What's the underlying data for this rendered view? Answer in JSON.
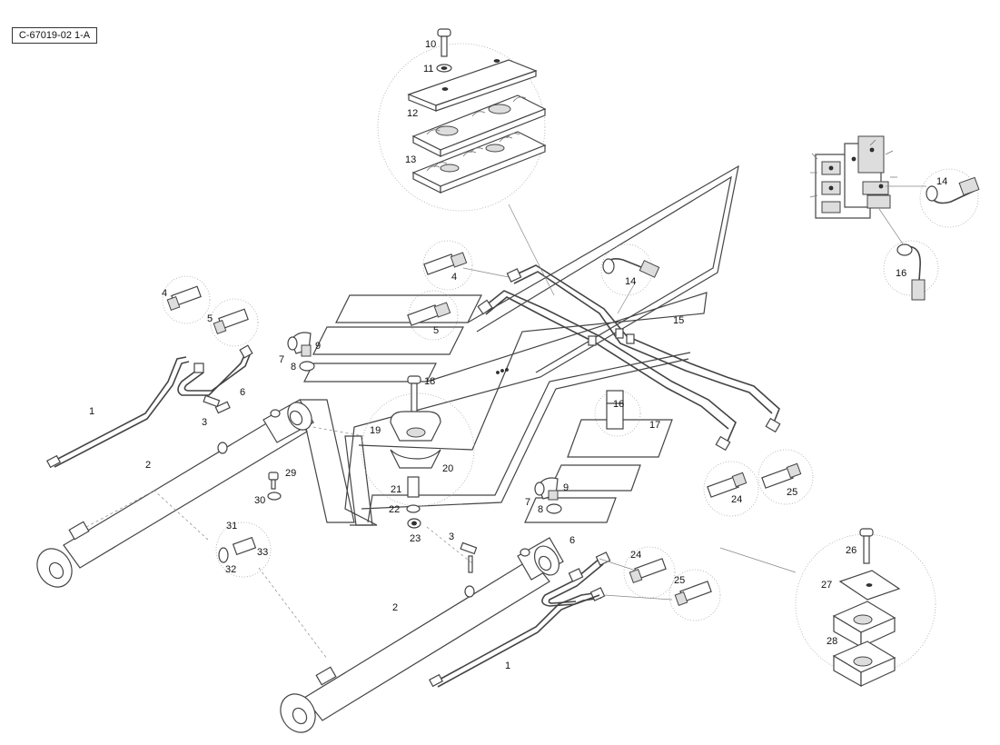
{
  "reference": "C-67019-02 1-A",
  "callouts": {
    "c1a": "1",
    "c1b": "1",
    "c2a": "2",
    "c2b": "2",
    "c3a": "3",
    "c3b": "3",
    "c4a": "4",
    "c4b": "4",
    "c5a": "5",
    "c5b": "5",
    "c6a": "6",
    "c6b": "6",
    "c7a": "7",
    "c7b": "7",
    "c8a": "8",
    "c8b": "8",
    "c9a": "9",
    "c9b": "9",
    "c10": "10",
    "c11": "11",
    "c12": "12",
    "c13": "13",
    "c14a": "14",
    "c14b": "14",
    "c15": "15",
    "c16a": "16",
    "c16b": "16",
    "c17": "17",
    "c18": "18",
    "c19": "19",
    "c20": "20",
    "c21": "21",
    "c22": "22",
    "c23": "23",
    "c24a": "24",
    "c24b": "24",
    "c25a": "25",
    "c25b": "25",
    "c26": "26",
    "c27": "27",
    "c28": "28",
    "c29": "29",
    "c30": "30",
    "c31": "31",
    "c32": "32",
    "c33": "33"
  }
}
